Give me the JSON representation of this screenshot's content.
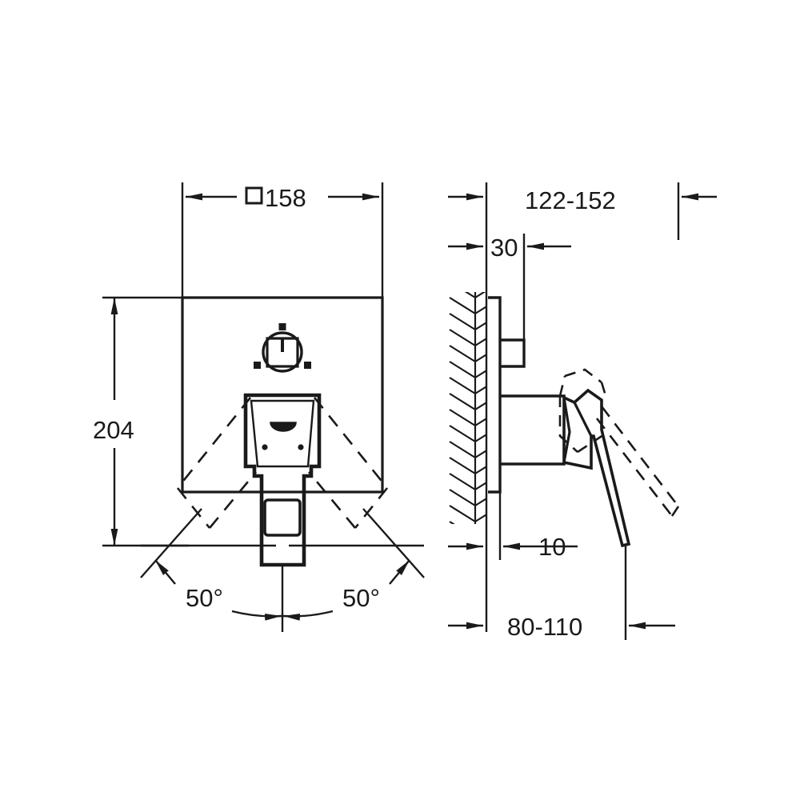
{
  "drawing": {
    "title": "Concealed bath/shower mixer trim technical dimension drawing",
    "units": "mm",
    "line_color": "#1a1a1a",
    "background_color": "#ffffff",
    "views": [
      {
        "name": "front-view",
        "label": ""
      },
      {
        "name": "side-section-view",
        "label": ""
      }
    ]
  },
  "dimensions": {
    "plate_width": {
      "name": "plate-width-dimension",
      "value": "158",
      "prefix_symbol": "square-symbol",
      "text": "158",
      "view": "front-view"
    },
    "plate_height": {
      "name": "plate-height-dimension",
      "value": "204",
      "text": "204",
      "view": "front-view"
    },
    "angle_left": {
      "name": "lever-angle-left",
      "value": "50",
      "text": "50°",
      "view": "front-view"
    },
    "angle_right": {
      "name": "lever-angle-right",
      "value": "50",
      "text": "50°",
      "view": "front-view"
    },
    "projection_total": {
      "name": "total-projection-dimension",
      "value": "122-152",
      "text": "122-152",
      "view": "side-section-view"
    },
    "diverter_projection": {
      "name": "diverter-projection-dimension",
      "value": "30",
      "text": "30",
      "view": "side-section-view"
    },
    "plate_thickness": {
      "name": "plate-thickness-dimension",
      "value": "10",
      "text": "10",
      "view": "side-section-view"
    },
    "body_projection": {
      "name": "body-projection-dimension",
      "value": "80-110",
      "text": "80-110",
      "view": "side-section-view"
    }
  },
  "labels_ordered": [
    "158",
    "204",
    "50°",
    "50°",
    "122-152",
    "30",
    "10",
    "80-110"
  ],
  "features": {
    "diverter_knob": {
      "name": "diverter-knob",
      "shape": "circle-with-square"
    },
    "lever_handle": {
      "name": "lever-handle",
      "shape": "trapezoid-with-stem"
    },
    "logo_mark": {
      "name": "brand-logo-mark",
      "shape": "half-disc"
    },
    "wall": {
      "name": "wall-hatching",
      "pattern": "chevron"
    }
  }
}
